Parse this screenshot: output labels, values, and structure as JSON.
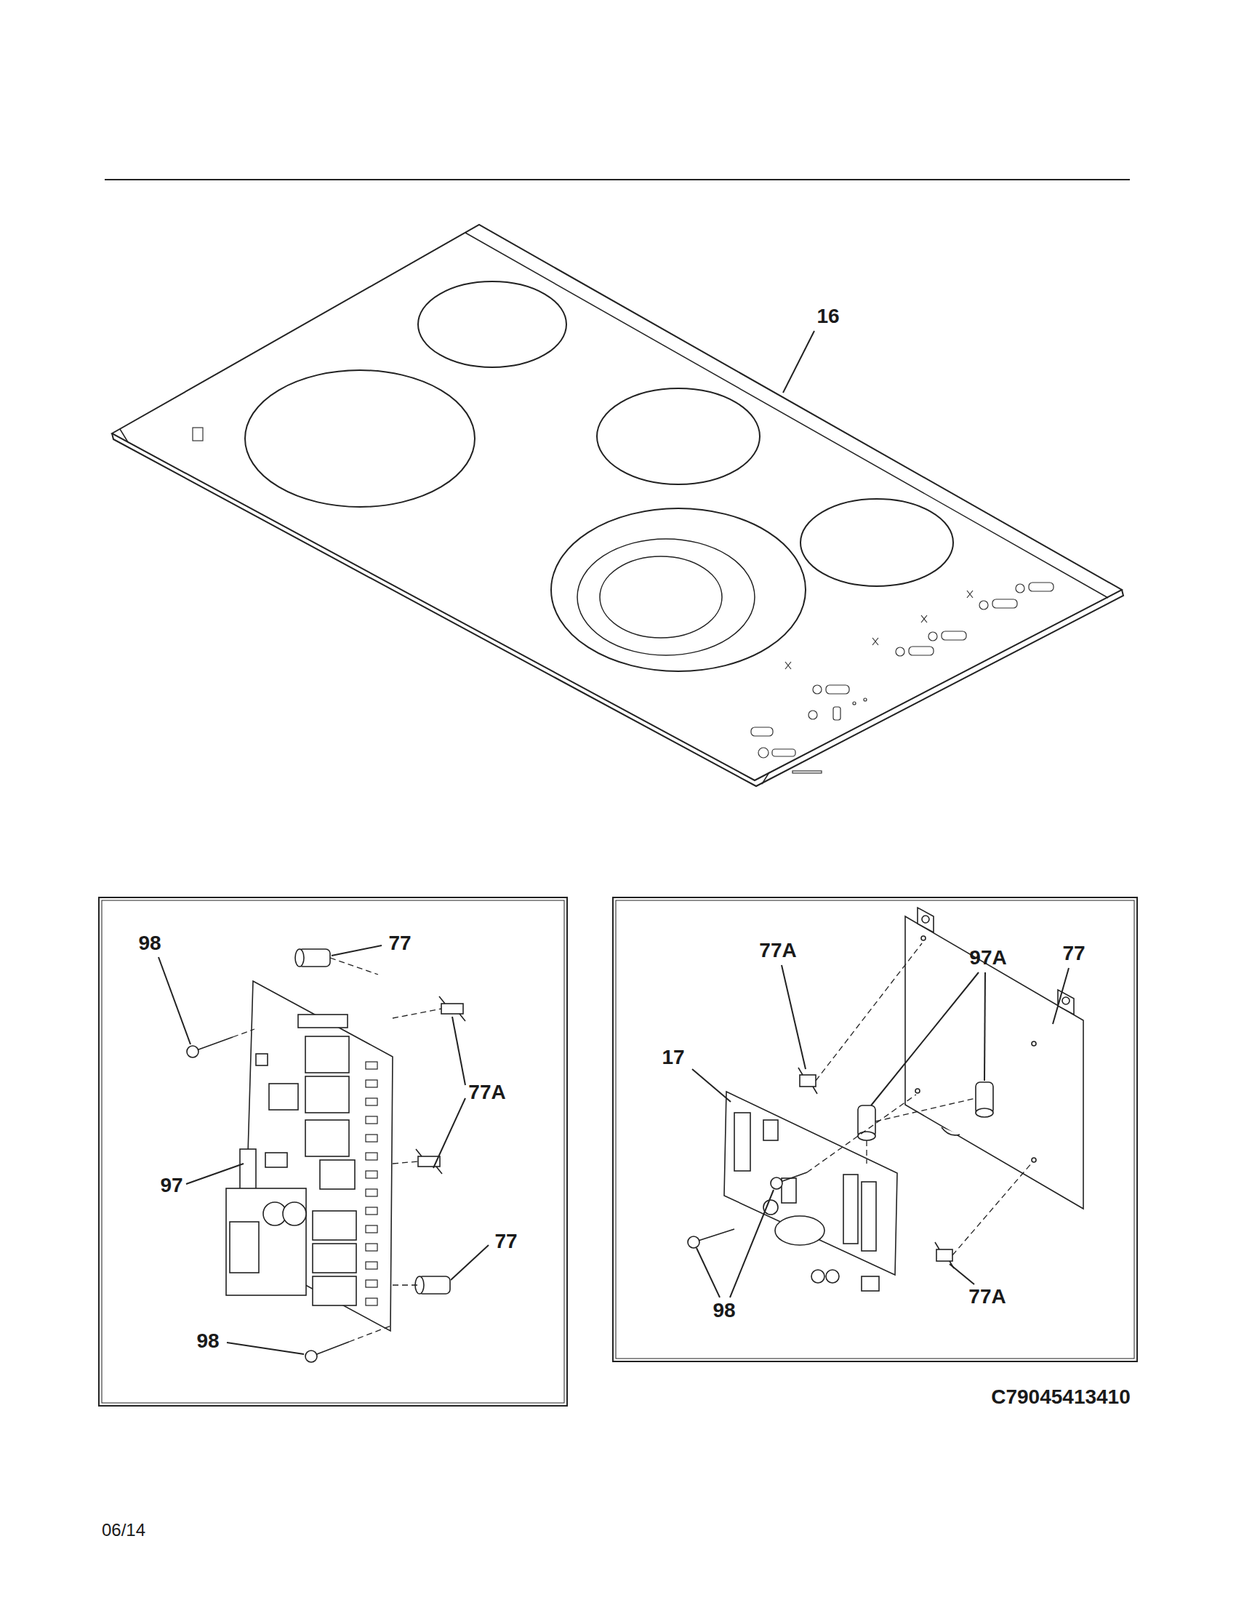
{
  "diagram": {
    "labels": [
      "16",
      "98",
      "77",
      "77A",
      "97",
      "77",
      "98",
      "77A",
      "97A",
      "77",
      "17",
      "98",
      "77A",
      "C79045413410",
      "06/14"
    ]
  }
}
